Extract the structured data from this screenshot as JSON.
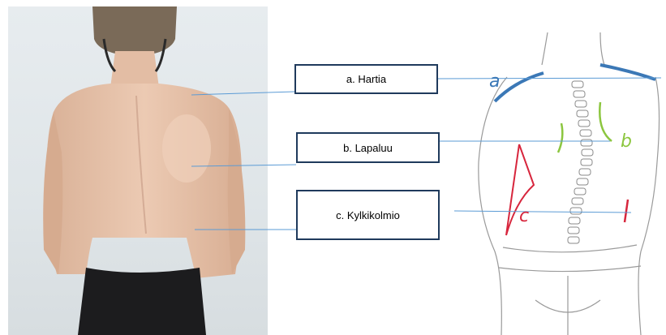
{
  "labels": {
    "a": "a. Hartia",
    "b": "b. Lapaluu",
    "c": "c. Kylkikolmio"
  },
  "sketch_letters": {
    "a": "a",
    "b": "b",
    "c": "c"
  },
  "colors": {
    "box_border": "#1f3a5c",
    "connector": "#5b9bd5",
    "shoulder_line": "#3b78b6",
    "scapula_line": "#8cc63f",
    "triangle_line": "#d7263d"
  }
}
